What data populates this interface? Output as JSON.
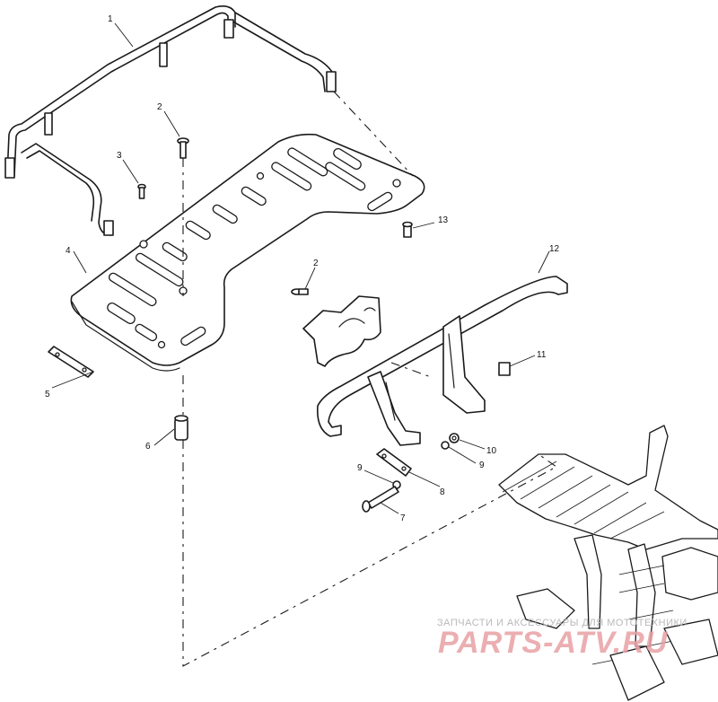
{
  "callouts": [
    {
      "id": "1",
      "label": "1"
    },
    {
      "id": "2a",
      "label": "2"
    },
    {
      "id": "3",
      "label": "3"
    },
    {
      "id": "4",
      "label": "4"
    },
    {
      "id": "5",
      "label": "5"
    },
    {
      "id": "6",
      "label": "6"
    },
    {
      "id": "13",
      "label": "13"
    },
    {
      "id": "2b",
      "label": "2"
    },
    {
      "id": "12",
      "label": "12"
    },
    {
      "id": "11",
      "label": "11"
    },
    {
      "id": "10",
      "label": "10"
    },
    {
      "id": "9a",
      "label": "9"
    },
    {
      "id": "9b",
      "label": "9"
    },
    {
      "id": "8",
      "label": "8"
    },
    {
      "id": "7",
      "label": "7"
    }
  ],
  "watermark": {
    "tagline": "ЗАПЧАСТИ И АКСЕССУАРЫ ДЛЯ МОТОТЕХНИКИ",
    "logo_text": "PARTS-ATV.RU",
    "color": "#e8a0a4"
  }
}
